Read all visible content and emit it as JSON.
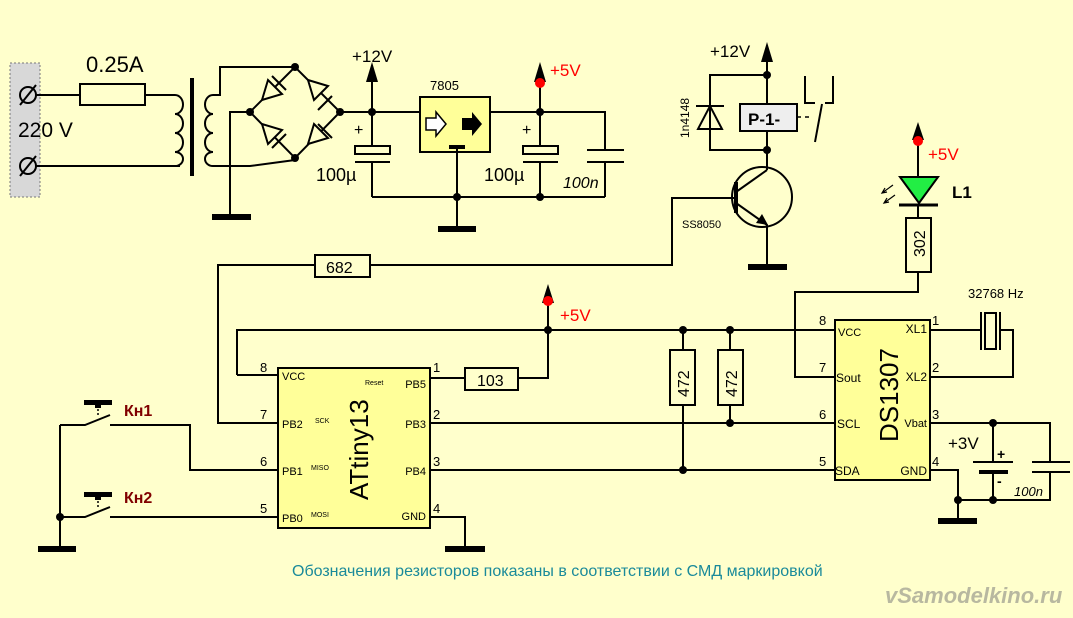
{
  "power_input": {
    "voltage": "220 V",
    "fuse": "0.25A"
  },
  "supply": {
    "rail_12v": "+12V",
    "regulator": "7805",
    "cap1": "100µ",
    "cap2": "100µ",
    "cap3": "100n",
    "rail_5v": "+5V"
  },
  "relay": {
    "rail_12v": "+12V",
    "diode": "1n4148",
    "coil": "P-1-",
    "transistor": "SS8050",
    "base_resistor": "682"
  },
  "led": {
    "rail_5v": "+5V",
    "label": "L1",
    "resistor": "302"
  },
  "mcu": {
    "name": "ATtiny13",
    "rail_5v": "+5V",
    "reset_resistor": "103",
    "pins_left": [
      {
        "num": "8",
        "name": "VCC",
        "alt": ""
      },
      {
        "num": "7",
        "name": "PB2",
        "alt": "SCK"
      },
      {
        "num": "6",
        "name": "PB1",
        "alt": "MISO"
      },
      {
        "num": "5",
        "name": "PB0",
        "alt": "MOSI"
      }
    ],
    "pins_right": [
      {
        "num": "1",
        "name": "PB5",
        "alt": "Reset"
      },
      {
        "num": "2",
        "name": "PB3"
      },
      {
        "num": "3",
        "name": "PB4"
      },
      {
        "num": "4",
        "name": "GND"
      }
    ]
  },
  "buttons": [
    {
      "label": "Кн1"
    },
    {
      "label": "Кн2"
    }
  ],
  "pullups": [
    "472",
    "472"
  ],
  "rtc": {
    "name": "DS1307",
    "crystal": "32768 Hz",
    "battery": "+3V",
    "cap": "100n",
    "pins_left": [
      {
        "num": "8",
        "name": "VCC"
      },
      {
        "num": "7",
        "name": "Sout"
      },
      {
        "num": "6",
        "name": "SCL"
      },
      {
        "num": "5",
        "name": "SDA"
      }
    ],
    "pins_right": [
      {
        "num": "1",
        "name": "XL1"
      },
      {
        "num": "2",
        "name": "XL2"
      },
      {
        "num": "3",
        "name": "Vbat"
      },
      {
        "num": "4",
        "name": "GND"
      }
    ]
  },
  "caption": "Обозначения резисторов показаны в соответствии с СМД маркировкой",
  "watermark": "vSamodelkino.ru",
  "colors": {
    "background": "#FFFFCC",
    "chip": "#FFFF99",
    "led": "#22EE44",
    "rail5v": "#FF0000",
    "caption": "#1A8A9A",
    "button_label": "#800000"
  }
}
